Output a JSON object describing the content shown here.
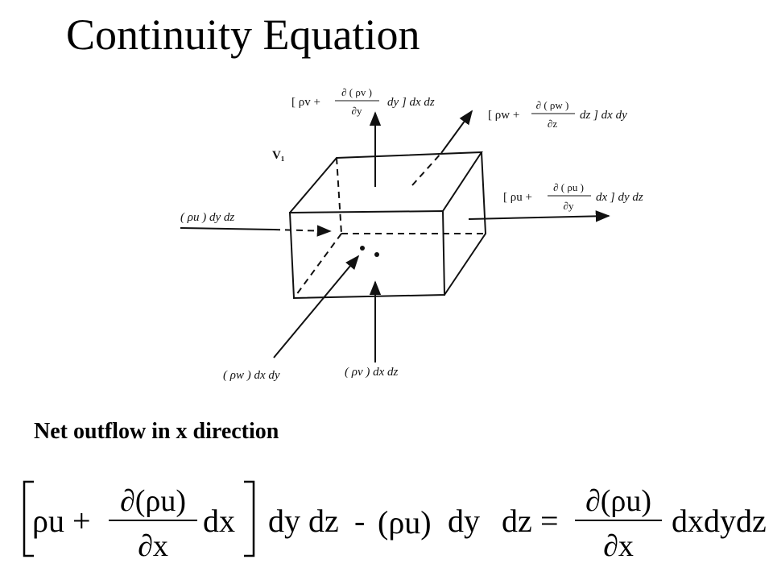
{
  "slide": {
    "title": "Continuity Equation",
    "subtitle": "Net outflow in x direction"
  },
  "diagram": {
    "vertex_label": "V₁",
    "top_flux": {
      "bracket_open": "[ ρv +",
      "numerator": "∂ ( ρv )",
      "denominator": "∂y",
      "tail": "dy ] dx dz"
    },
    "back_flux": {
      "bracket_open": "[ ρw +",
      "numerator": "∂ ( ρw )",
      "denominator": "∂z",
      "tail": "dz ] dx dy"
    },
    "right_flux": {
      "bracket_open": "[ ρu +",
      "numerator": "∂ ( ρu )",
      "denominator": "∂y",
      "tail": "dx ] dy dz"
    },
    "left_flux": "( ρu ) dy dz",
    "front_flux": "( ρw ) dx dy",
    "bottom_flux": "( ρv ) dx dz"
  },
  "equation": {
    "lhs_term1": "ρu +",
    "lhs_numerator": "∂(ρu)",
    "lhs_denominator": "∂x",
    "lhs_dx": "dx",
    "lhs_tail": "dy dz",
    "minus": "-",
    "paren_term": "(ρu)",
    "dy": "dy",
    "dz": "dz",
    "equals": "=",
    "rhs_numerator": "∂(ρu)",
    "rhs_denominator": "∂x",
    "rhs_tail": "dxdydz"
  }
}
